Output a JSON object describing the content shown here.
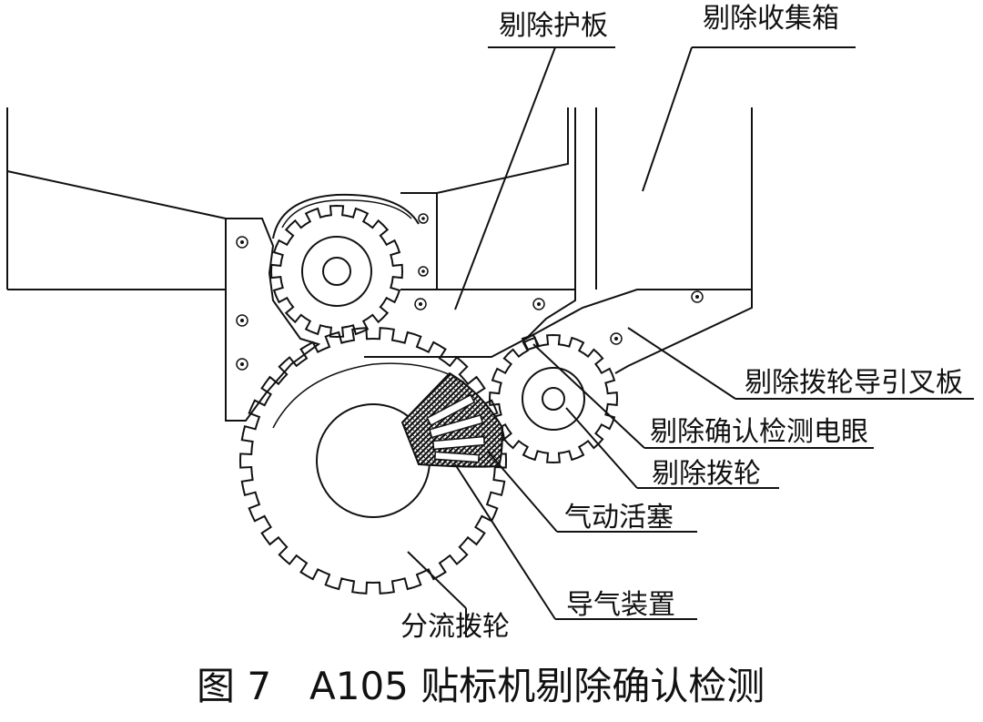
{
  "labels": {
    "reject_guard_plate": "剔除护板",
    "reject_collection_box": "剔除收集箱",
    "reject_dial_guide_fork_plate": "剔除拨轮导引叉板",
    "reject_confirm_detect_eye": "剔除确认检测电眼",
    "reject_dial_wheel": "剔除拨轮",
    "pneumatic_piston": "气动活塞",
    "air_guide_device": "导气装置",
    "diverter_dial_wheel": "分流拨轮"
  },
  "caption": {
    "figure_number": "图 7",
    "title": "A105 贴标机剔除确认检测"
  },
  "colors": {
    "line": "#111111",
    "background": "#ffffff",
    "hatch_fill": "#1a1a1a"
  }
}
